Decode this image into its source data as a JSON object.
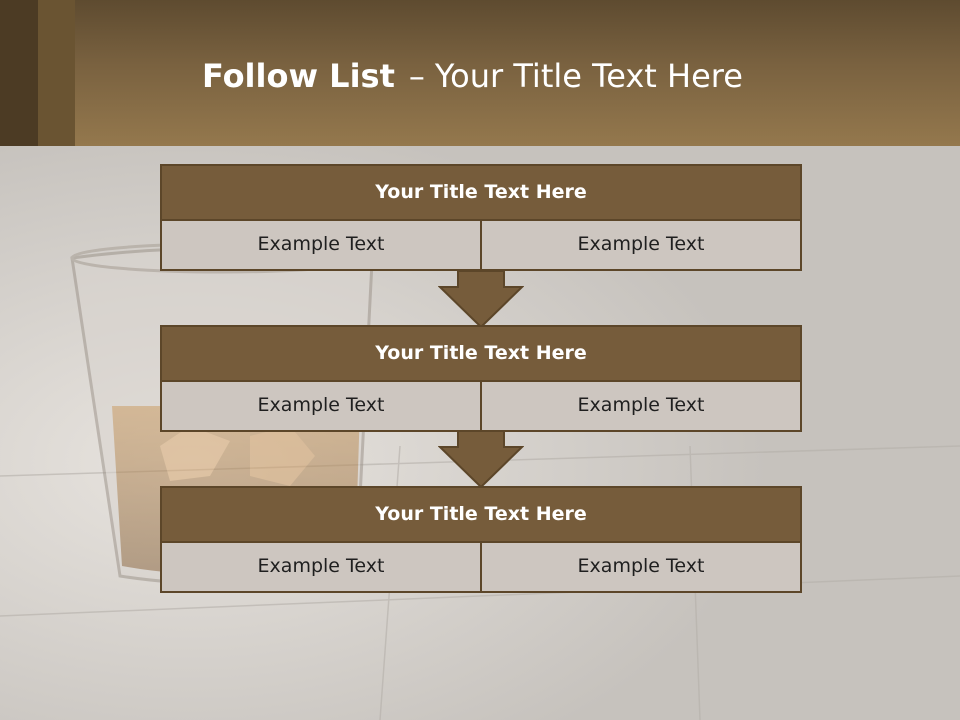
{
  "slide": {
    "title_bold": "Follow List",
    "title_sep": "–",
    "title_rest": "Your Title Text Here"
  },
  "steps": [
    {
      "title": "Your Title Text Here",
      "left": "Example Text",
      "right": "Example Text"
    },
    {
      "title": "Your Title Text Here",
      "left": "Example Text",
      "right": "Example Text"
    },
    {
      "title": "Your Title Text Here",
      "left": "Example Text",
      "right": "Example Text"
    }
  ],
  "colors": {
    "header": "#7a6240",
    "bar": "#765c3b",
    "cell": "#cdc6c0",
    "border": "#5c4629",
    "arrow": "#765c3b"
  },
  "icons": [
    "down-arrow-icon"
  ]
}
